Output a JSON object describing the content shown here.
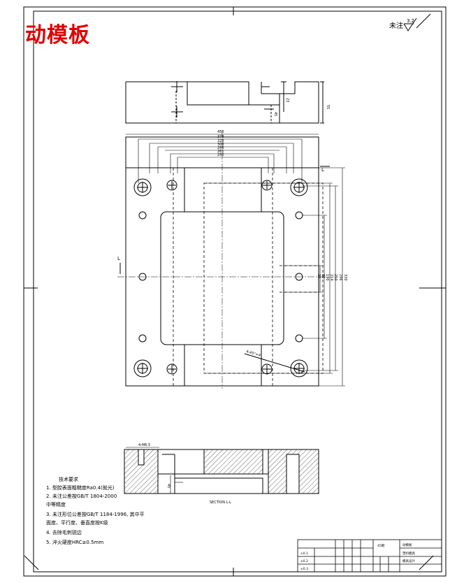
{
  "title": "动模板",
  "roughness": {
    "label": "未注",
    "value": "3.2"
  },
  "top_view": {
    "dims_top": [
      "450",
      "378",
      "328",
      "306",
      "286",
      "261",
      "250"
    ],
    "dims_right": [
      "330",
      "296",
      "250",
      "214",
      "190",
      "80",
      "30"
    ],
    "section_mark": "L",
    "chamfer_note": "4-45°×4"
  },
  "section": {
    "label": "SECTION L-L",
    "dim_note": "4-M6.5",
    "dim_height": "45"
  },
  "side_view": {
    "dims": [
      "55",
      "23",
      "45"
    ]
  },
  "tech_requirements": {
    "title": "技术要求",
    "items": [
      "1. 型腔表面粗糙度Ra0.4(抛光)",
      "2. 未注公差按GB/T 1804-2000",
      "   中等精度",
      "3. 未注形位公差按GB/T 1184-1996, 其中平",
      "   面度、平行度、垂直度按K级",
      "4. 去除毛刺锐边",
      "5. 淬火硬度HRC≥0.5mm"
    ]
  },
  "title_block": {
    "material": "45钢",
    "name": "动模板",
    "drawing_no": "塑料模具",
    "school": "模具设计",
    "tolerance_rows": [
      "±0.1",
      "±0.2",
      "±0.3"
    ]
  }
}
